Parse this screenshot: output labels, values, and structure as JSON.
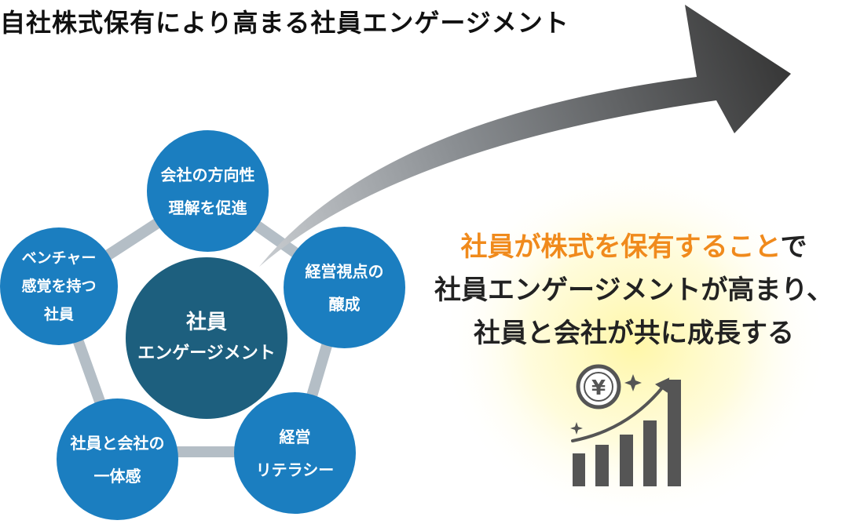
{
  "title": "自社株式保有により高まる社員エンゲージメント",
  "colors": {
    "node": "#1b7ec0",
    "center": "#1d5f7e",
    "ring": "#b4bec6",
    "arrow_dark": "#3a3a3a",
    "arrow_light": "#c4c8cc",
    "glow": "#fff6b0",
    "highlight": "#f08a1c",
    "icon": "#555555"
  },
  "center": {
    "line1": "社員",
    "line2": "エンゲージメント"
  },
  "nodes": [
    {
      "line1": "会社の方向性",
      "line2": "理解を促進"
    },
    {
      "line1": "経営視点の",
      "line2": "醸成"
    },
    {
      "line1": "経営",
      "line2": "リテラシー"
    },
    {
      "line1": "社員と会社の",
      "line2": "一体感"
    },
    {
      "line1": "ベンチャー",
      "line2": "感覚を持つ",
      "line3": "社員"
    }
  ],
  "message": {
    "line1_highlight": "社員が株式を保有すること",
    "line1_rest": "で",
    "line2": "社員エンゲージメントが高まり、",
    "line3": "社員と会社が共に成長する"
  },
  "icon": {
    "name": "yen-growth-chart-icon",
    "symbol": "¥"
  }
}
